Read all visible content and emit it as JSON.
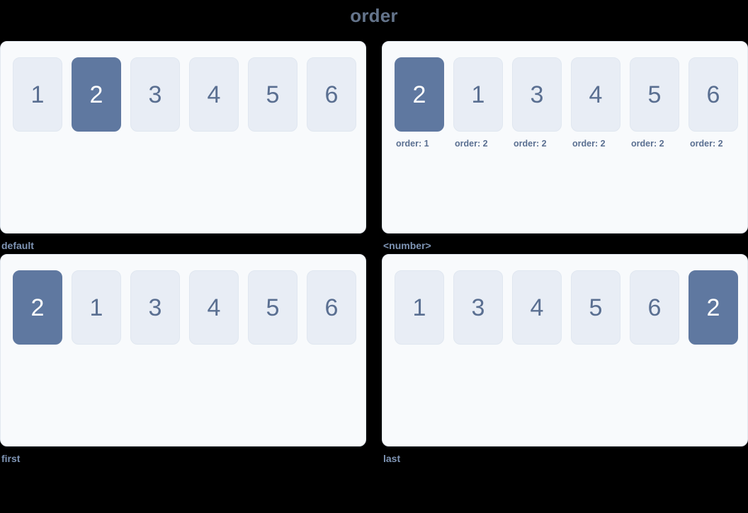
{
  "title": "order",
  "colors": {
    "background": "#000000",
    "panel_bg": "#f8fafc",
    "panel_border": "#e2e8f0",
    "box_bg": "#e8edf5",
    "box_text": "#5a6f91",
    "active_bg": "#5f78a0",
    "active_text": "#ffffff",
    "label_text": "#7f95b5",
    "title_text": "#64748b"
  },
  "panels": [
    {
      "label": "default",
      "show_order_tags": false,
      "items": [
        {
          "value": "1",
          "active": false,
          "order_tag": ""
        },
        {
          "value": "2",
          "active": true,
          "order_tag": ""
        },
        {
          "value": "3",
          "active": false,
          "order_tag": ""
        },
        {
          "value": "4",
          "active": false,
          "order_tag": ""
        },
        {
          "value": "5",
          "active": false,
          "order_tag": ""
        },
        {
          "value": "6",
          "active": false,
          "order_tag": ""
        }
      ]
    },
    {
      "label": "<number>",
      "show_order_tags": true,
      "items": [
        {
          "value": "2",
          "active": true,
          "order_tag": "order: 1"
        },
        {
          "value": "1",
          "active": false,
          "order_tag": "order: 2"
        },
        {
          "value": "3",
          "active": false,
          "order_tag": "order: 2"
        },
        {
          "value": "4",
          "active": false,
          "order_tag": "order: 2"
        },
        {
          "value": "5",
          "active": false,
          "order_tag": "order: 2"
        },
        {
          "value": "6",
          "active": false,
          "order_tag": "order: 2"
        }
      ]
    },
    {
      "label": "first",
      "show_order_tags": false,
      "items": [
        {
          "value": "2",
          "active": true,
          "order_tag": ""
        },
        {
          "value": "1",
          "active": false,
          "order_tag": ""
        },
        {
          "value": "3",
          "active": false,
          "order_tag": ""
        },
        {
          "value": "4",
          "active": false,
          "order_tag": ""
        },
        {
          "value": "5",
          "active": false,
          "order_tag": ""
        },
        {
          "value": "6",
          "active": false,
          "order_tag": ""
        }
      ]
    },
    {
      "label": "last",
      "show_order_tags": false,
      "items": [
        {
          "value": "1",
          "active": false,
          "order_tag": ""
        },
        {
          "value": "3",
          "active": false,
          "order_tag": ""
        },
        {
          "value": "4",
          "active": false,
          "order_tag": ""
        },
        {
          "value": "5",
          "active": false,
          "order_tag": ""
        },
        {
          "value": "6",
          "active": false,
          "order_tag": ""
        },
        {
          "value": "2",
          "active": true,
          "order_tag": ""
        }
      ]
    }
  ]
}
